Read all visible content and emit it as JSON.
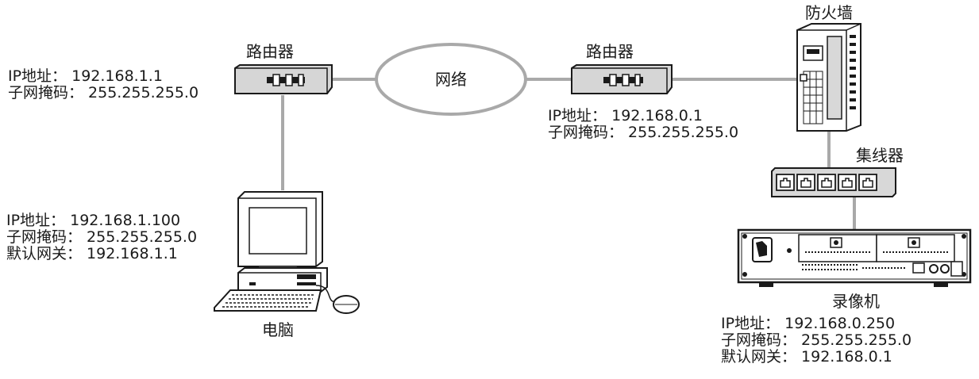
{
  "devices": {
    "router_left": {
      "title": "路由器"
    },
    "router_right": {
      "title": "路由器"
    },
    "network": {
      "title": "网络"
    },
    "firewall": {
      "title": "防火墙"
    },
    "hub": {
      "title": "集线器"
    },
    "pc": {
      "title": "电脑"
    },
    "recorder": {
      "title": "录像机"
    }
  },
  "addresses": {
    "router_left": [
      "IP地址： 192.168.1.1",
      "子网掩码： 255.255.255.0"
    ],
    "router_right": [
      "IP地址： 192.168.0.1",
      "子网掩码： 255.255.255.0"
    ],
    "pc": [
      "IP地址： 192.168.1.100",
      "子网掩码： 255.255.255.0",
      "默认网关： 192.168.1.1"
    ],
    "recorder": [
      "IP地址： 192.168.0.250",
      "子网掩码： 255.255.255.0",
      "默认网关： 192.168.0.1"
    ]
  },
  "colors": {
    "line": "#a9a9a9",
    "device": "#1a1a1a",
    "fill": "#d4d4d4"
  }
}
